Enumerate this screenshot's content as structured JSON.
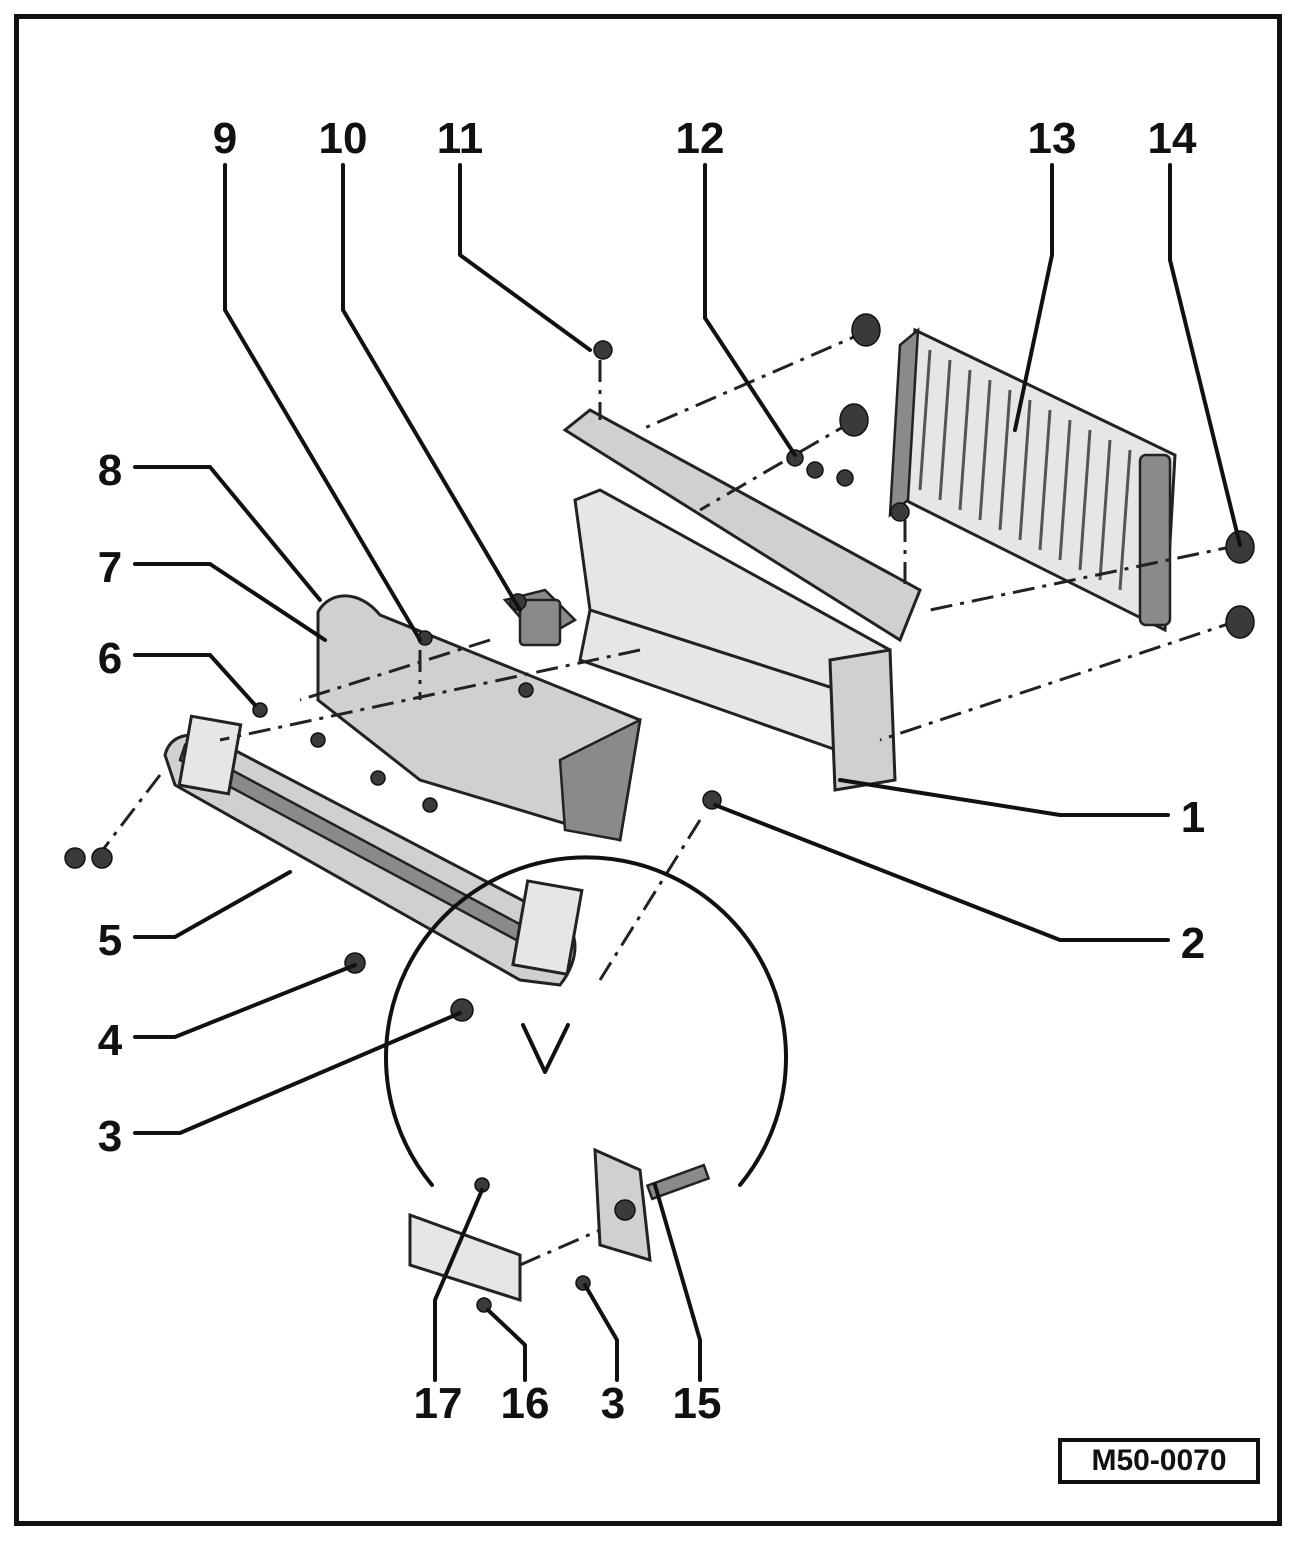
{
  "figure_ref": "M50-0070",
  "callouts": [
    "1",
    "2",
    "3",
    "4",
    "5",
    "6",
    "7",
    "8",
    "9",
    "10",
    "11",
    "12",
    "13",
    "14",
    "15",
    "16",
    "17",
    "3"
  ]
}
